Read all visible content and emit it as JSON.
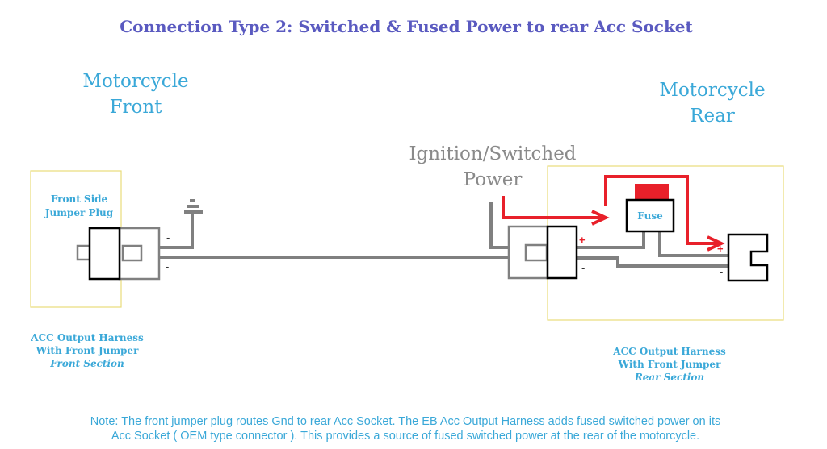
{
  "title": "Connection Type 2: Switched & Fused Power to rear Acc Socket",
  "front": {
    "line1": "Motorcycle",
    "line2": "Front"
  },
  "rear": {
    "line1": "Motorcycle",
    "line2": "Rear"
  },
  "ignition": {
    "line1": "Ignition/Switched",
    "line2": "Power"
  },
  "jumper_plug": {
    "line1": "Front Side",
    "line2": "Jumper Plug"
  },
  "fuse_label": "Fuse",
  "front_section": {
    "line1": "ACC Output Harness",
    "line2": "With Front Jumper",
    "line3": "Front Section"
  },
  "rear_section": {
    "line1": "ACC Output Harness",
    "line2": "With Front Jumper",
    "line3": "Rear Section"
  },
  "signs": {
    "minus": "-",
    "plus": "+"
  },
  "note": {
    "line1": "Note: The front jumper plug routes Gnd to rear Acc Socket. The EB Acc Output Harness adds fused switched power on its",
    "line2": "Acc Socket ( OEM type connector ). This provides a source of fused switched power at the rear of the motorcycle."
  },
  "colors": {
    "title": "#5a5ac0",
    "label": "#3aa8d8",
    "wire": "#808080",
    "power": "#e8202a"
  }
}
